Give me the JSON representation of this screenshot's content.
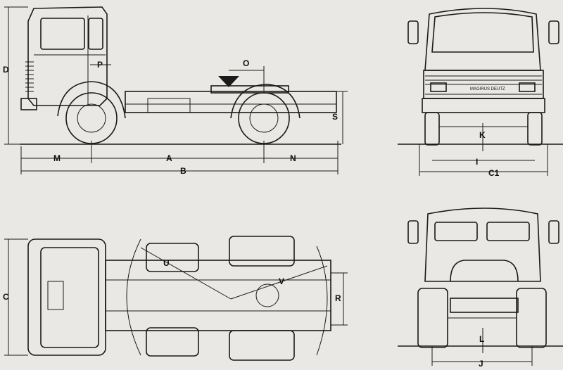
{
  "labels": {
    "D": "D",
    "P": "P",
    "O": "O",
    "S": "S",
    "M": "M",
    "A": "A",
    "N": "N",
    "B": "B",
    "K": "K",
    "I": "I",
    "C1": "C1",
    "C": "C",
    "U": "U",
    "V": "V",
    "R": "R",
    "L": "L",
    "J": "J"
  },
  "badge": "MAGIRUS DEUTZ"
}
